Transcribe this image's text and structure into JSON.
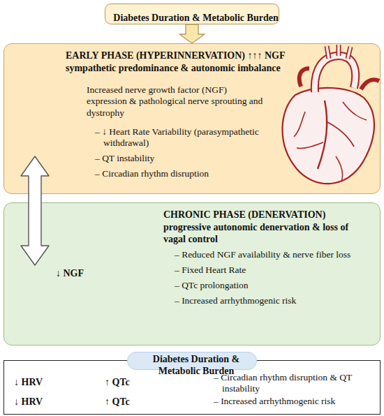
{
  "diagram": {
    "nodes": [
      {
        "text": [
          "Diabetes Duration & Metabolic Burden"
        ]
      },
      {
        "text": [
          "EARLY PHASE (HYPERINNERVATION) ↑↑↑ NGF",
          "sympathetic predominance & autonomic imbalance",
          "Increased nerve growth factor (NGF) expression & pathological nerve sprouting and dystrophy",
          "– ↓ Heart Rate Variability (parasympathetic withdrawal)",
          "– QT instability",
          "– Circadian rhythm disruption"
        ]
      },
      {
        "text": [
          "CHRONIC PHASE (DENERVATION)",
          "progressive autonomic denervation & loss of vagal control",
          "↓ NGF",
          "– Reduced NGF availability & nerve fiber loss",
          "– Fixed Heart Rate",
          "– QTc prolongation",
          "– Increased arrhythmogenic risk"
        ]
      },
      {
        "text": [
          "Diabetes Duration & Metabolic Burden"
        ]
      },
      {
        "text": [
          "↓ HRV",
          "↑ QTc",
          "– Circadian rhythm disruption & QT instability",
          "↓ HRV",
          "↑ QTc",
          "– Increased arrhythmogenic risk"
        ]
      }
    ],
    "edges": [
      {
        "from": 0,
        "to": 1,
        "arrow": "to"
      },
      {
        "from": 1,
        "to": 2,
        "arrow": "both"
      }
    ]
  }
}
